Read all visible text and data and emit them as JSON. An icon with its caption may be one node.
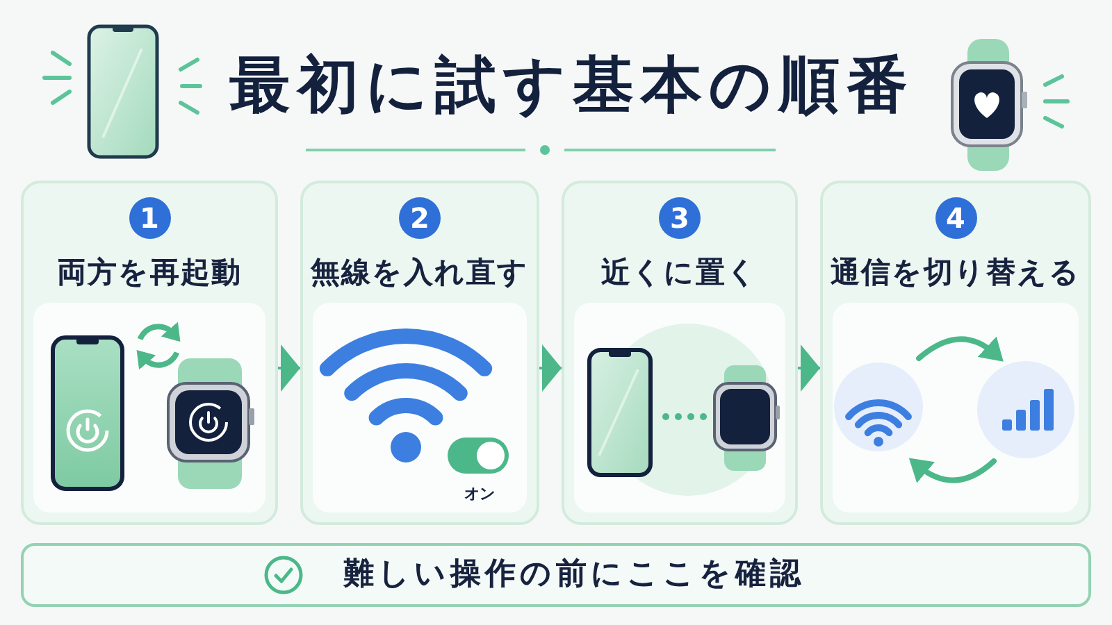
{
  "diagram": {
    "title": "最初に試す基本の順番",
    "nodes": [
      {
        "text": [
          "両方を再起動"
        ]
      },
      {
        "text": [
          "1"
        ],
        "in": 0
      },
      {
        "text": [
          "無線を入れ直す"
        ]
      },
      {
        "text": [
          "2"
        ],
        "in": 2
      },
      {
        "text": [
          "近くに置く"
        ]
      },
      {
        "text": [
          "3"
        ],
        "in": 4
      },
      {
        "text": [
          "通信を切り替える"
        ]
      },
      {
        "text": [
          "4"
        ],
        "in": 6
      },
      {
        "text": [
          "難しい操作の前にここを確認"
        ]
      }
    ],
    "edges": [
      {
        "from": 0,
        "to": 2,
        "arrow": "to"
      },
      {
        "from": 2,
        "to": 4,
        "arrow": "to"
      },
      {
        "from": 4,
        "to": 6,
        "arrow": "to"
      }
    ],
    "labels": [
      "オン"
    ]
  }
}
